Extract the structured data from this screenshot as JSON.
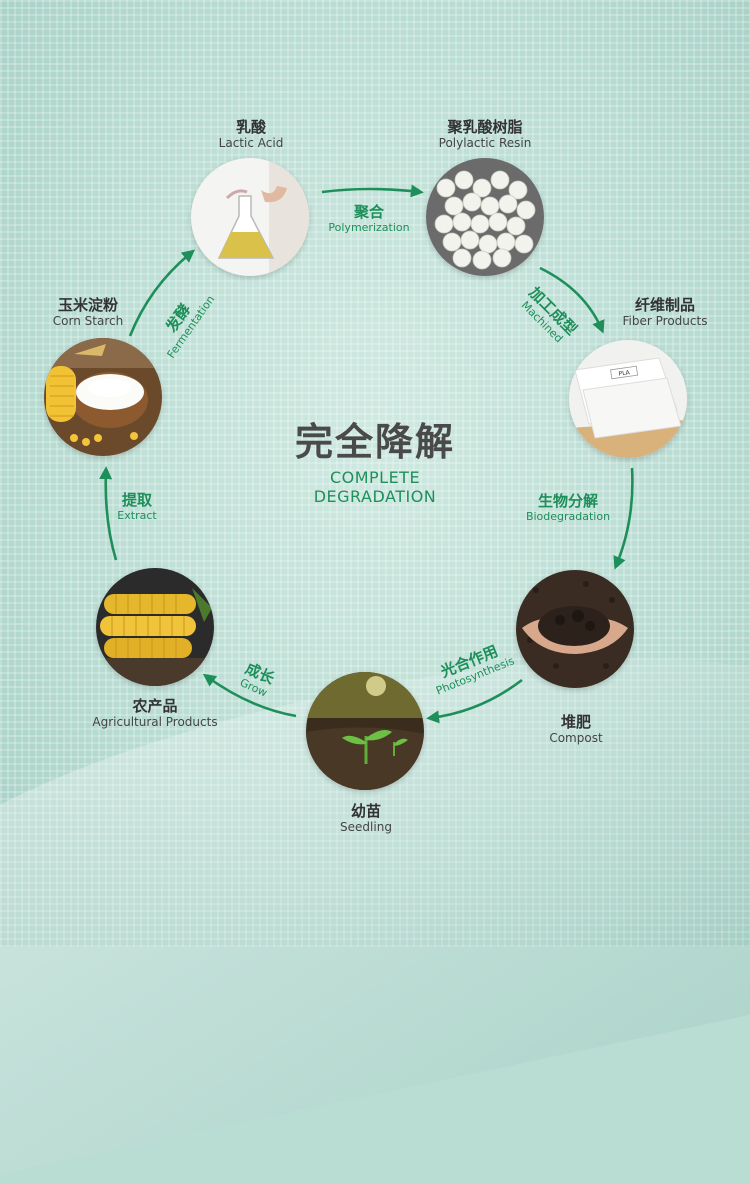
{
  "center": {
    "title_zh": "完全降解",
    "title_en_line1": "COMPLETE",
    "title_en_line2": "DEGRADATION"
  },
  "nodes": {
    "lactic_acid": {
      "zh": "乳酸",
      "en": "Lactic Acid"
    },
    "resin": {
      "zh": "聚乳酸树脂",
      "en": "Polylactic Resin"
    },
    "fiber": {
      "zh": "纤维制品",
      "en": "Fiber Products",
      "tag": "PLA"
    },
    "compost": {
      "zh": "堆肥",
      "en": "Compost"
    },
    "seedling": {
      "zh": "幼苗",
      "en": "Seedling"
    },
    "agri": {
      "zh": "农产品",
      "en": "Agricultural Products"
    },
    "starch": {
      "zh": "玉米淀粉",
      "en": "Corn Starch"
    }
  },
  "steps": {
    "polymerization": {
      "zh": "聚合",
      "en": "Polymerization"
    },
    "machined": {
      "zh": "加工成型",
      "en": "Machined"
    },
    "biodegradation": {
      "zh": "生物分解",
      "en": "Biodegradation"
    },
    "photosynthesis": {
      "zh": "光合作用",
      "en": "Photosynthesis"
    },
    "grow": {
      "zh": "成长",
      "en": "Grow"
    },
    "extract": {
      "zh": "提取",
      "en": "Extract"
    },
    "fermentation": {
      "zh": "发酵",
      "en": "Fermentation"
    }
  },
  "colors": {
    "accent": "#1e8e5a",
    "text": "#333333",
    "background": "#b9dcd3"
  }
}
